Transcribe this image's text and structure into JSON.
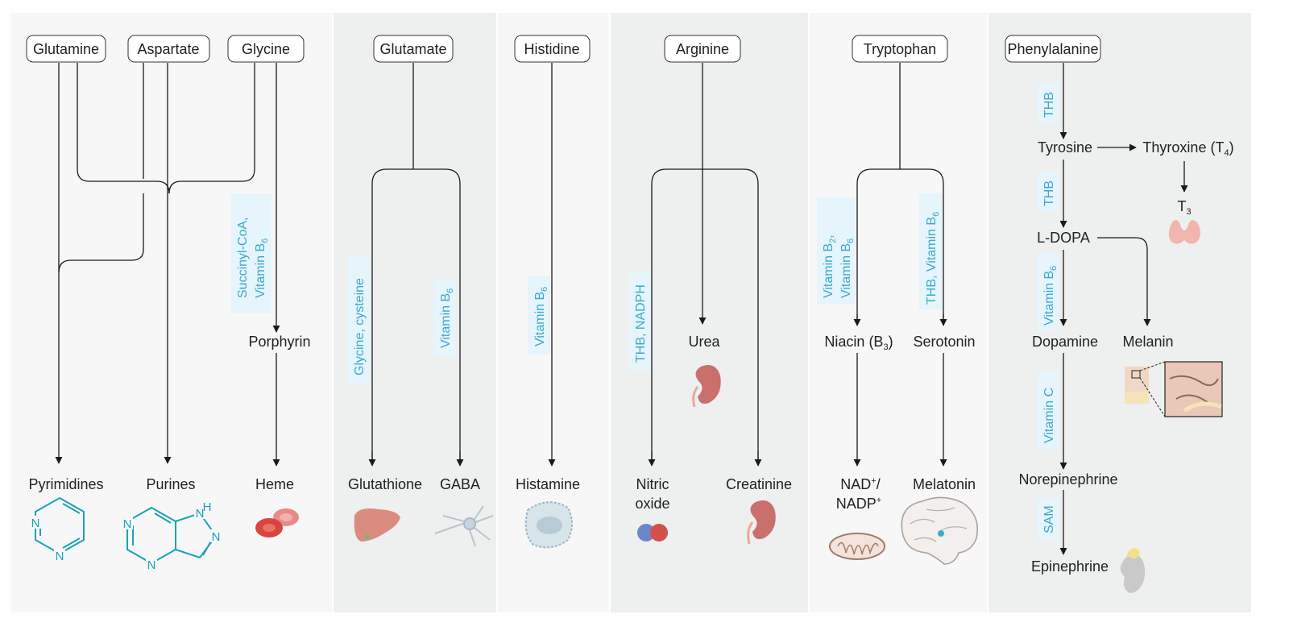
{
  "colors": {
    "panel_light": "#f7f7f7",
    "panel_dark": "#eeefef",
    "line": "#1a1a1a",
    "cofactor_bg": "#e6f4fb",
    "cofactor_text": "#3aa9cf",
    "molecule": "#1aa3b5"
  },
  "panels": {
    "p1": {
      "glutamine": "Glutamine",
      "aspartate": "Aspartate",
      "glycine": "Glycine",
      "succinyl": "Succinyl-CoA,",
      "vitamin_b": "Vitamin B",
      "vitamin_b_sub": "6",
      "porphyrin": "Porphyrin",
      "pyrimidines": "Pyrimidines",
      "purines": "Purines",
      "heme": "Heme",
      "n": "N",
      "h": "H"
    },
    "p2": {
      "glutamate": "Glutamate",
      "cof_left": "Glycine, cysteine",
      "cof_right": "Vitamin B",
      "cof_right_sub": "6",
      "glutathione": "Glutathione",
      "gaba": "GABA"
    },
    "p3": {
      "histidine": "Histidine",
      "cof": "Vitamin B",
      "cof_sub": "6",
      "histamine": "Histamine"
    },
    "p4": {
      "arginine": "Arginine",
      "cof": "THB, NADPH",
      "urea": "Urea",
      "nitric": "Nitric",
      "oxide": "oxide",
      "creatinine": "Creatinine"
    },
    "p5": {
      "tryptophan": "Tryptophan",
      "cof_left_1": "Vitamin B",
      "cof_left_1_sub": "2",
      "cof_left_1_tail": ",",
      "cof_left_2": "Vitamin B",
      "cof_left_2_sub": "6",
      "cof_right": "THB, Vitamin B",
      "cof_right_sub": "6",
      "niacin": "Niacin (B",
      "niacin_sub": "3",
      "niacin_tail": ")",
      "serotonin": "Serotonin",
      "nad": "NAD",
      "nad_sup": "+",
      "nad_tail": "/",
      "nadp": "NADP",
      "nadp_sup": "+",
      "melatonin": "Melatonin"
    },
    "p6": {
      "phenylalanine": "Phenylalanine",
      "thb_1": "THB",
      "tyrosine": "Tyrosine",
      "thyroxine": "Thyroxine (T",
      "thyroxine_sub": "4",
      "thyroxine_tail": ")",
      "t3": "T",
      "t3_sub": "3",
      "thb_2": "THB",
      "ldopa": "L-DOPA",
      "cof_b6": "Vitamin B",
      "cof_b6_sub": "6",
      "dopamine": "Dopamine",
      "melanin": "Melanin",
      "vitamin_c": "Vitamin C",
      "norepinephrine": "Norepinephrine",
      "sam": "SAM",
      "epinephrine": "Epinephrine"
    }
  }
}
